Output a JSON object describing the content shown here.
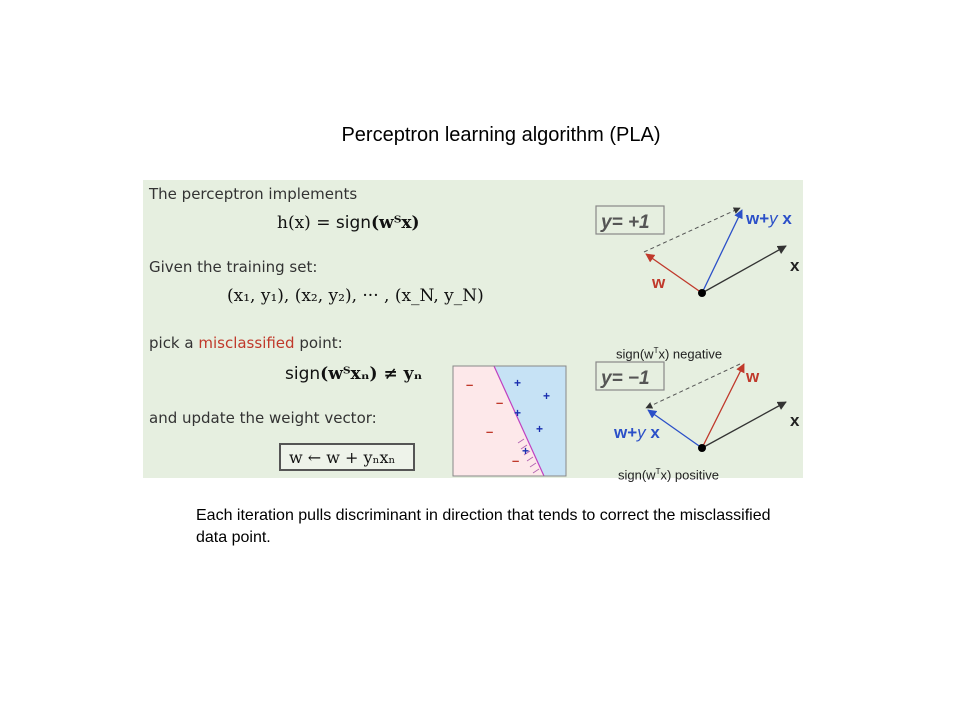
{
  "slide": {
    "title": "Perceptron learning algorithm (PLA)",
    "caption": "Each iteration pulls discriminant in direction that tends to correct the misclassified data point."
  },
  "panel": {
    "line1": "The perceptron implements",
    "hypothesis_lhs": "h(x) =",
    "hypothesis_sign": "sign",
    "hypothesis_arg": "(wᵀx)",
    "line2": "Given the training set:",
    "training_set": "(x₁, y₁), (x₂, y₂), ··· , (x_N, y_N)",
    "line3_pre": "pick a ",
    "line3_mis": "misclassified",
    "line3_post": " point:",
    "misclass_sign": "sign",
    "misclass_arg": "(wᵀxₙ) ≠ yₙ",
    "line4": "and update the weight vector:",
    "update_rule": "w ← w + yₙxₙ"
  },
  "diagram_top": {
    "label_y": "y= +1",
    "label_w": "w",
    "label_x": "x",
    "label_sum_bold": "w+",
    "label_sum_italic": "y",
    "label_sum_x": " x"
  },
  "diagram_bottom": {
    "label_y": "y= −1",
    "label_w": "w",
    "label_x": "x",
    "label_sum_bold": "w+",
    "label_sum_italic": "y",
    "label_sum_x": " x"
  },
  "annotations": {
    "negative_pre": "sign(w",
    "negative_sup": "T",
    "negative_post": "x) negative",
    "positive_pre": "sign(w",
    "positive_sup": "T",
    "positive_post": "x) positive"
  },
  "scatter": {
    "plus_symbol": "+",
    "minus_symbol": "–"
  },
  "colors": {
    "panel_bg": "#e6efe0",
    "red_vector": "#c0392b",
    "blue_vector": "#2b50c8",
    "neg_region": "#fde8ea",
    "pos_region": "#c6e2f5",
    "boundary": "#c040c0"
  }
}
